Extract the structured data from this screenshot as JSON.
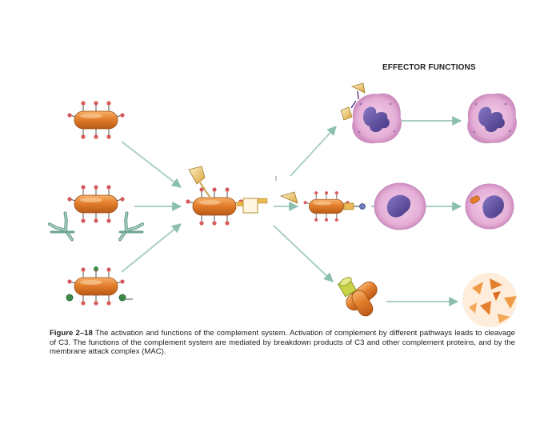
{
  "heading": "EFFECTOR FUNCTIONS",
  "caption": {
    "figure_number": "Figure 2–18",
    "text": "The activation and functions of the complement system. Activation of complement by different pathways leads to cleavage of C3. The functions of the complement system are mediated by breakdown products of C3 and other complement proteins, and by the membrane attack complex (MAC)."
  },
  "colors": {
    "bacterium": "#e07a28",
    "arrow": "#a9cfc4",
    "cell_cytoplasm": "#e7b3d8",
    "nucleus": "#5c4c9e",
    "antibody": "#7cae9c",
    "fragment": "#e8b955",
    "mac": "#bcc93e"
  },
  "icons": [
    "bacterium-icon",
    "antibody-icon",
    "phagocyte-icon",
    "c3-fragment-icon",
    "mac-icon",
    "lysed-bacterium-icon"
  ]
}
